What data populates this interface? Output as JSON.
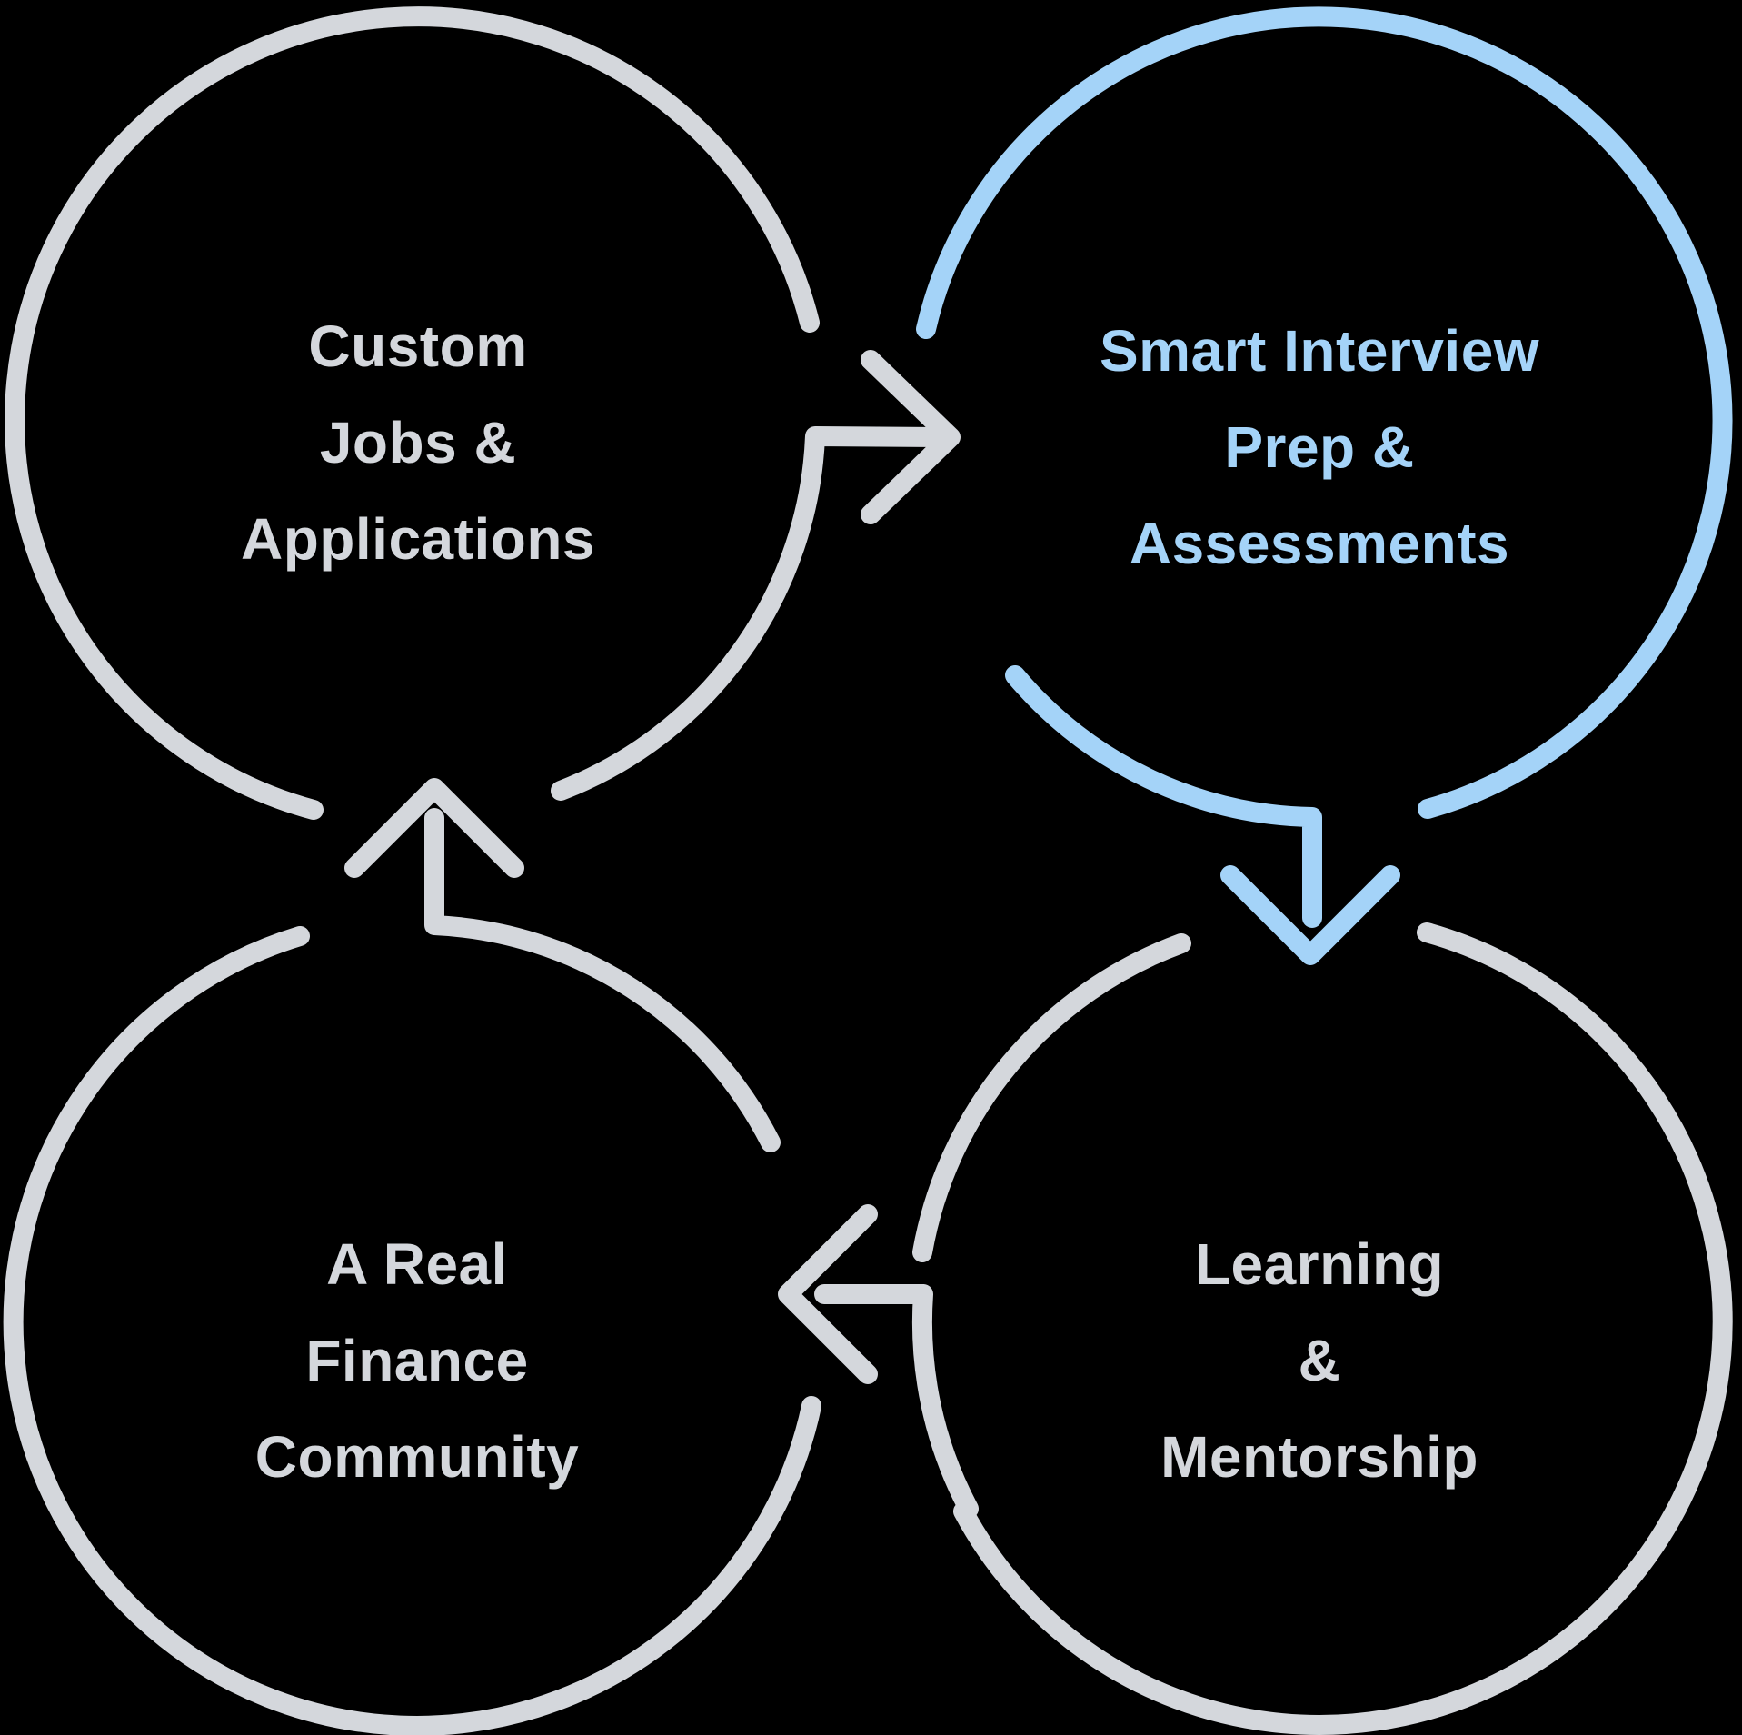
{
  "diagram": {
    "type": "cycle",
    "background_color": "#000000",
    "colors": {
      "gray": "#d4d7dc",
      "blue": "#a4d3f8"
    },
    "circles": {
      "top_left": {
        "label": "Custom Jobs & Applications",
        "lines": [
          "Custom",
          "Jobs &",
          "Applications"
        ],
        "color": "gray"
      },
      "top_right": {
        "label": "Smart Interview Prep & Assessments",
        "lines": [
          "Smart Interview",
          "Prep &",
          "Assessments"
        ],
        "color": "blue"
      },
      "bottom_right": {
        "label": "Learning & Mentorship",
        "lines": [
          "Learning",
          "&",
          "Mentorship"
        ],
        "color": "gray"
      },
      "bottom_left": {
        "label": "A Real Finance Community",
        "lines": [
          "A Real",
          "Finance",
          "Community"
        ],
        "color": "gray"
      }
    },
    "arrows": [
      {
        "from": "Custom Jobs & Applications",
        "to": "Smart Interview Prep & Assessments",
        "direction": "right",
        "color": "gray"
      },
      {
        "from": "Smart Interview Prep & Assessments",
        "to": "Learning & Mentorship",
        "direction": "down",
        "color": "blue"
      },
      {
        "from": "Learning & Mentorship",
        "to": "A Real Finance Community",
        "direction": "left",
        "color": "gray"
      },
      {
        "from": "A Real Finance Community",
        "to": "Custom Jobs & Applications",
        "direction": "up",
        "color": "gray"
      }
    ]
  }
}
